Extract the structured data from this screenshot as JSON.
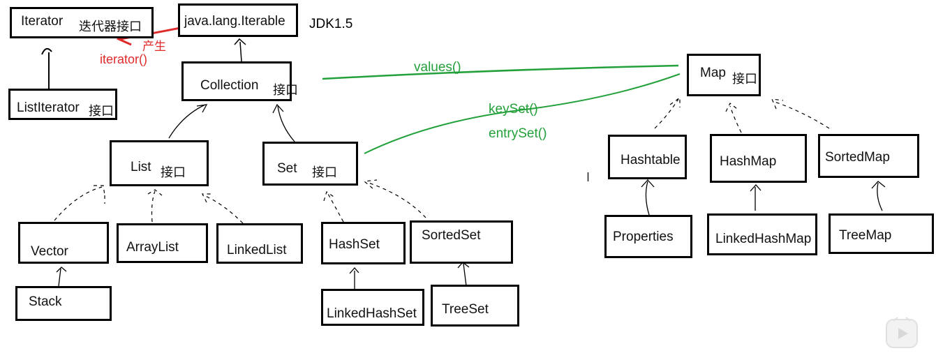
{
  "nodes": {
    "iterator": {
      "name": "Iterator",
      "tag": "迭代器接口"
    },
    "iterable": {
      "name": "java.lang.Iterable"
    },
    "list_iterator": {
      "name": "ListIterator",
      "tag": "接口"
    },
    "collection": {
      "name": "Collection",
      "tag": "接口"
    },
    "list": {
      "name": "List",
      "tag": "接口"
    },
    "set": {
      "name": "Set",
      "tag": "接口"
    },
    "map": {
      "name": "Map",
      "tag": "接口"
    },
    "vector": {
      "name": "Vector"
    },
    "stack": {
      "name": "Stack"
    },
    "arraylist": {
      "name": "ArrayList"
    },
    "linkedlist": {
      "name": "LinkedList"
    },
    "hashset": {
      "name": "HashSet"
    },
    "linkedhashset": {
      "name": "LinkedHashSet"
    },
    "sortedset": {
      "name": "SortedSet"
    },
    "treeset": {
      "name": "TreeSet"
    },
    "hashtable": {
      "name": "Hashtable"
    },
    "properties": {
      "name": "Properties"
    },
    "hashmap": {
      "name": "HashMap"
    },
    "linkedhashmap": {
      "name": "LinkedHashMap"
    },
    "sortedmap": {
      "name": "SortedMap"
    },
    "treemap": {
      "name": "TreeMap"
    }
  },
  "labels": {
    "jdk": "JDK1.5",
    "produce": "产生",
    "iterator_method": "iterator()",
    "values": "values()",
    "keyset": "keySet()",
    "entryset": "entrySet()"
  },
  "colors": {
    "green": "#22a03a",
    "red": "#e02a2a",
    "box_border": "#000000"
  },
  "icons": [
    "text-cursor-icon",
    "video-play-icon"
  ]
}
